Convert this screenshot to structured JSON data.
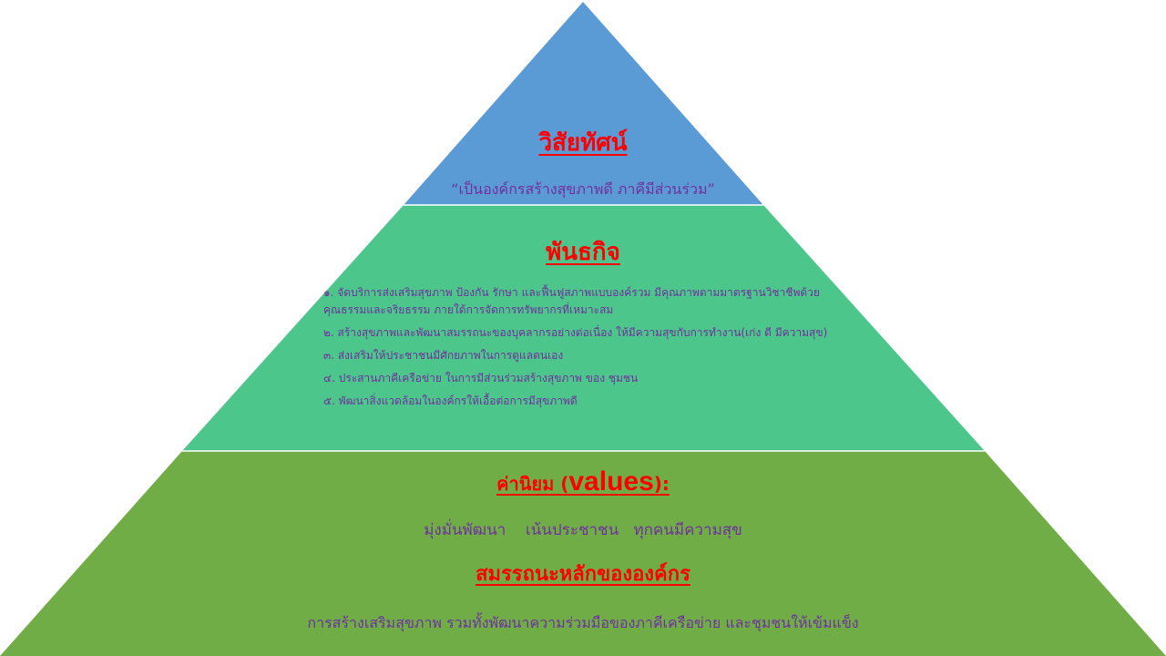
{
  "colors": {
    "top_layer": "#5b9bd5",
    "middle_layer": "#4cc68b",
    "bottom_layer": "#70ad47",
    "heading": "#ff0000",
    "body_text": "#7030a0"
  },
  "vision": {
    "title": "วิสัยทัศน์",
    "text": "“เป็นองค์กรสร้างสุขภาพดี  ภาคีมีส่วนร่วม”"
  },
  "mission": {
    "title": "พันธกิจ",
    "items": [
      "๑. จัดบริการส่งเสริมสุขภาพ ป้องกัน รักษา และฟื้นฟูสภาพแบบองค์รวม มีคุณภาพตามมาตรฐานวิชาชีพด้วยคุณธรรมและจริยธรรม ภายใต้การจัดการทรัพยากรที่เหมาะสม",
      "๒. สร้างสุขภาพและพัฒนาสมรรถนะของบุคลากรอย่างต่อเนื่อง ให้มีความสุขกับการทำงาน(เก่ง ดี มีความสุข)",
      "๓. ส่งเสริมให้ประชาชนมีศักยภาพในการดูแลตนเอง",
      "๔. ประสานภาคีเครือข่าย ในการมีส่วนร่วมสร้างสุขภาพ ของ ชุมชน",
      "๕. พัฒนาสิ่งแวดล้อมในองค์กรให้เอื้อต่อการมีสุขภาพดี"
    ]
  },
  "values": {
    "title_prefix": "ค่านิยม (",
    "title_latin": "values",
    "title_suffix": "):",
    "text": "มุ่งมั่นพัฒนา    เน้นประชาชน   ทุกคนมีความสุข"
  },
  "competency": {
    "title": "สมรรถนะหลักขององค์กร",
    "text": "การสร้างเสริมสุขภาพ รวมทั้งพัฒนาความร่วมมือของภาคีเครือข่าย และชุมชนให้เข้มแข็ง"
  }
}
